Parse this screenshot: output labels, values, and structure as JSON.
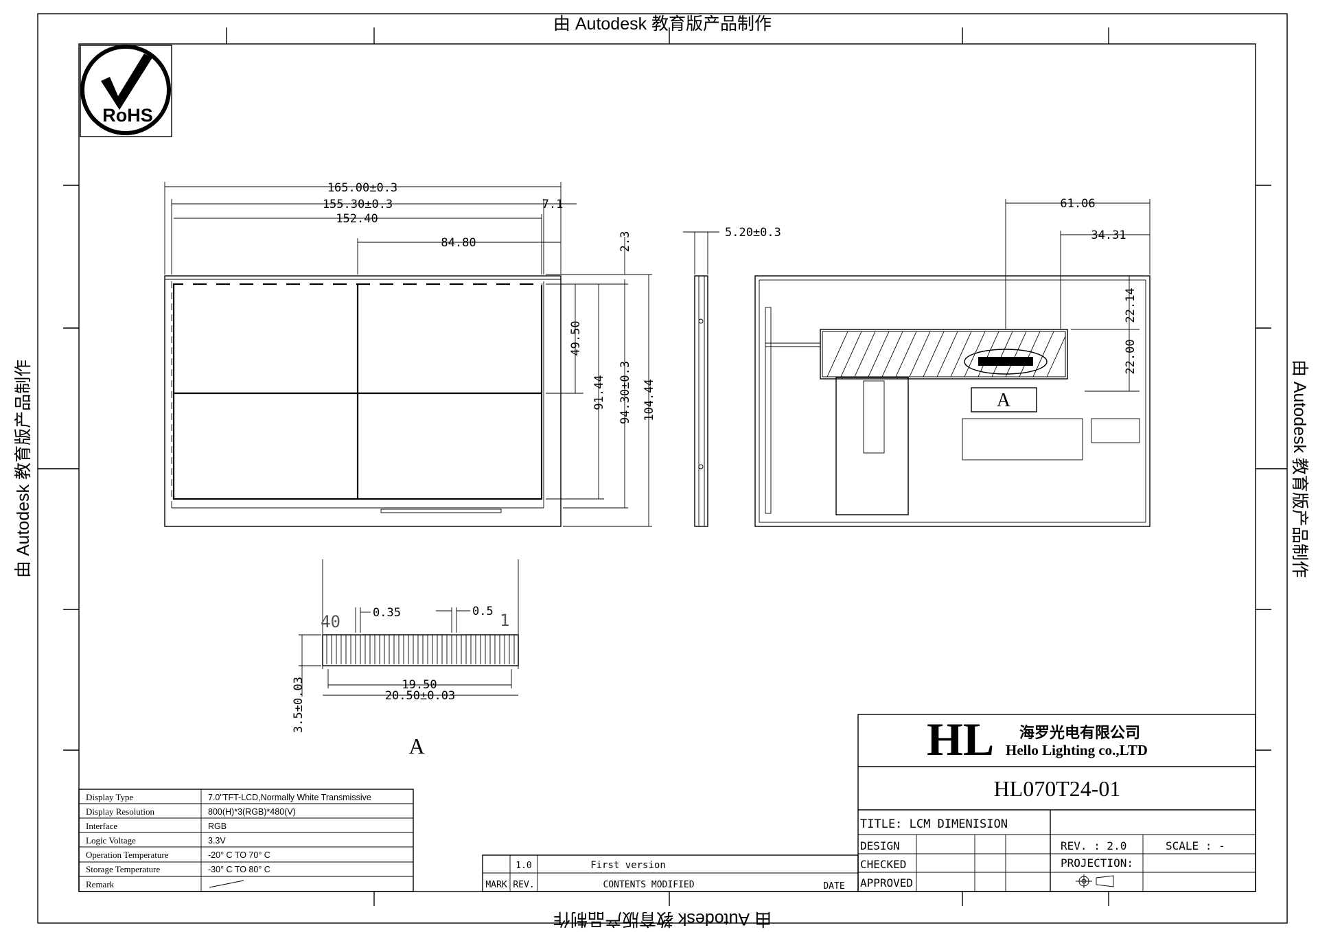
{
  "watermark": {
    "top": "由 Autodesk 教育版产品制作",
    "bottom": "由 Autodesk 教育版产品制作",
    "left": "由 Autodesk 教育版产品制作",
    "right": "由 Autodesk 教育版产品制作"
  },
  "rohs_label": "RoHS",
  "front_view": {
    "dims": {
      "width_outer": "165.00±0.3",
      "width_mid": "155.30±0.3",
      "width_active": "152.40",
      "width_half": "84.80",
      "offset_right": "7.1",
      "height_half": "49.50",
      "height_active": "91.44",
      "height_mid": "94.30±0.3",
      "height_outer": "104.44",
      "offset_top": "2.3"
    }
  },
  "side_view": {
    "thickness": "5.20±0.3"
  },
  "rear_view": {
    "dims": {
      "d1": "61.06",
      "d2": "34.31",
      "d3": "22.14",
      "d4": "22.00"
    },
    "detail_label": "A"
  },
  "detail_a": {
    "pin_last": "40",
    "pin_first": "1",
    "pitch_small": "0.35",
    "pitch_big": "0.5",
    "width_inner": "19.50",
    "width_outer": "20.50±0.03",
    "height": "3.5±0.03",
    "label": "A"
  },
  "spec_table": {
    "rows": [
      {
        "label": "Display Type",
        "value": "7.0\"TFT-LCD,Normally White Transmissive"
      },
      {
        "label": "Display Resolution",
        "value": "800(H)*3(RGB)*480(V)"
      },
      {
        "label": "Interface",
        "value": "RGB"
      },
      {
        "label": "Logic Voltage",
        "value": "3.3V"
      },
      {
        "label": "Operation Temperature",
        "value": "-20° C  TO  70° C"
      },
      {
        "label": "Storage Temperature",
        "value": "-30° C  TO  80° C"
      },
      {
        "label": "Remark",
        "value": ""
      }
    ]
  },
  "revision": {
    "row": {
      "mark": "",
      "rev": "1.0",
      "contents": "First version",
      "date": ""
    },
    "header": {
      "mark": "MARK",
      "rev": "REV.",
      "contents": "CONTENTS MODIFIED",
      "date": "DATE"
    }
  },
  "title_block": {
    "logo": "HL",
    "company_cn": "海罗光电有限公司",
    "company_en": "Hello Lighting co.,LTD",
    "part_number": "HL070T24-01",
    "title": "TITLE: LCM  DIMENISION",
    "design": "DESIGN",
    "checked": "CHECKED",
    "approved": "APPROVED",
    "rev": "REV. : 2.0",
    "scale": "SCALE : -",
    "projection": "PROJECTION:"
  }
}
